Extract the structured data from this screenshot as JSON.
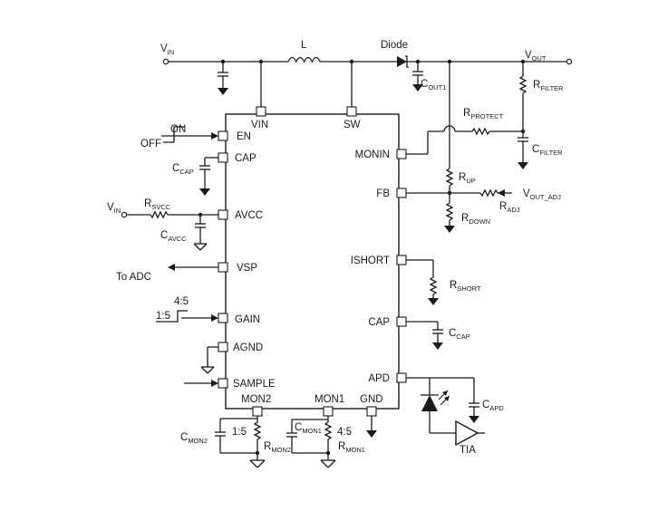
{
  "labels": {
    "vin_top": "V",
    "vin_top_sub": "IN",
    "inductor": "L",
    "diode": "Diode",
    "vout": "V",
    "vout_sub": "OUT",
    "cout1": "C",
    "cout1_sub": "OUT1",
    "rfilter": "R",
    "rfilter_sub": "FILTER",
    "rprotect": "R",
    "rprotect_sub": "PROTECT",
    "cfilter": "C",
    "cfilter_sub": "FILTER",
    "rup": "R",
    "rup_sub": "UP",
    "vout_adj": "V",
    "vout_adj_sub": "OUT_ADJ",
    "radj": "R",
    "radj_sub": "ADJ",
    "rdown": "R",
    "rdown_sub": "DOWN",
    "rshort": "R",
    "rshort_sub": "SHORT",
    "ccap_right": "C",
    "ccap_right_sub": "CAP",
    "capd": "C",
    "capd_sub": "APD",
    "tia": "TIA",
    "on": "ON",
    "off": "OFF",
    "ccap_left": "C",
    "ccap_left_sub": "CAP",
    "vin_left": "V",
    "vin_left_sub": "IN",
    "rsvcc": "R",
    "rsvcc_sub": "SVCC",
    "cavcc": "C",
    "cavcc_sub": "AVCC",
    "to_adc": "To ADC",
    "ratio_45_top": "4:5",
    "ratio_15_left": "1:5",
    "cmon2": "C",
    "cmon2_sub": "MON2",
    "ratio_15_bottom": "1:5",
    "rmon2": "R",
    "rmon2_sub": "MON2",
    "cmon1": "C",
    "cmon1_sub": "MON1",
    "ratio_45_bottom": "4:5",
    "rmon1": "R",
    "rmon1_sub": "MON1"
  },
  "pins": {
    "vin": "VIN",
    "sw": "SW",
    "en": "EN",
    "cap_left": "CAP",
    "avcc": "AVCC",
    "vsp": "VSP",
    "gain": "GAIN",
    "agnd": "AGND",
    "sample": "SAMPLE",
    "monin": "MONIN",
    "fb": "FB",
    "ishort": "ISHORT",
    "cap_right": "CAP",
    "apd": "APD",
    "mon2": "MON2",
    "mon1": "MON1",
    "gnd": "GND"
  }
}
